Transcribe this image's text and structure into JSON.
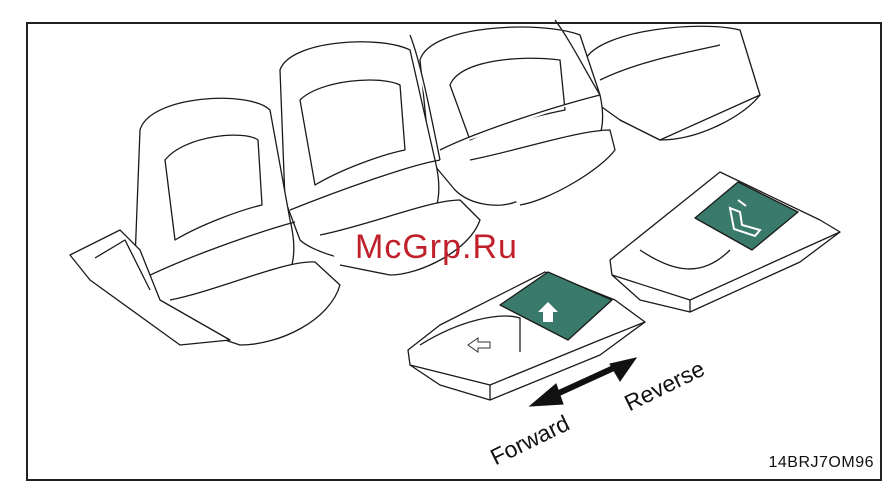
{
  "watermark": "McGrp.Ru",
  "figure_code": "14BRJ7OM96",
  "labels": {
    "forward": "Forward",
    "reverse": "Reverse"
  },
  "colors": {
    "switch_face": "#3a7a6a",
    "line": "#1a1a1a",
    "watermark": "#c0202a"
  },
  "icons": {
    "seat_switch_icon": "arrow-icon",
    "horn_switch_icon": "horn-icon"
  }
}
